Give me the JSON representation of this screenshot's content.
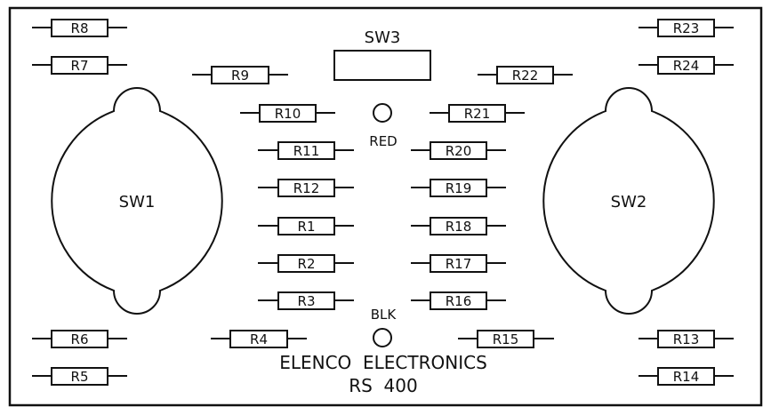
{
  "board": {
    "switches": [
      {
        "id": "sw1",
        "label": "SW1"
      },
      {
        "id": "sw2",
        "label": "SW2"
      },
      {
        "id": "sw3",
        "label": "SW3"
      }
    ],
    "terminals": [
      {
        "id": "red",
        "label": "RED"
      },
      {
        "id": "blk",
        "label": "BLK"
      }
    ],
    "resistors": [
      {
        "id": "r8",
        "label": "R8"
      },
      {
        "id": "r7",
        "label": "R7"
      },
      {
        "id": "r9",
        "label": "R9"
      },
      {
        "id": "r10",
        "label": "R10"
      },
      {
        "id": "r11",
        "label": "R11"
      },
      {
        "id": "r12",
        "label": "R12"
      },
      {
        "id": "r1",
        "label": "R1"
      },
      {
        "id": "r2",
        "label": "R2"
      },
      {
        "id": "r3",
        "label": "R3"
      },
      {
        "id": "r6",
        "label": "R6"
      },
      {
        "id": "r5",
        "label": "R5"
      },
      {
        "id": "r4",
        "label": "R4"
      },
      {
        "id": "r23",
        "label": "R23"
      },
      {
        "id": "r24",
        "label": "R24"
      },
      {
        "id": "r22",
        "label": "R22"
      },
      {
        "id": "r21",
        "label": "R21"
      },
      {
        "id": "r20",
        "label": "R20"
      },
      {
        "id": "r19",
        "label": "R19"
      },
      {
        "id": "r18",
        "label": "R18"
      },
      {
        "id": "r17",
        "label": "R17"
      },
      {
        "id": "r16",
        "label": "R16"
      },
      {
        "id": "r15",
        "label": "R15"
      },
      {
        "id": "r13",
        "label": "R13"
      },
      {
        "id": "r14",
        "label": "R14"
      }
    ],
    "maker": "ELENCO  ELECTRONICS",
    "model": "RS  400"
  }
}
